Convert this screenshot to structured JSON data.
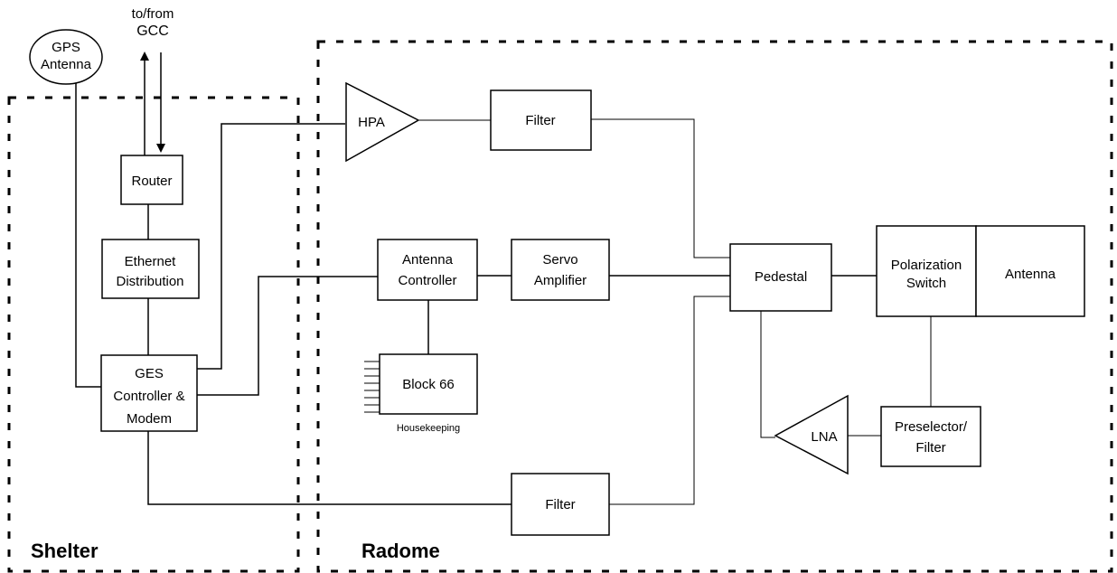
{
  "regions": {
    "shelter": "Shelter",
    "radome": "Radome"
  },
  "external": {
    "gps_antenna": [
      "GPS",
      "Antenna"
    ],
    "gcc": [
      "to/from",
      "GCC"
    ]
  },
  "blocks": {
    "router": "Router",
    "ethernet_distribution": [
      "Ethernet",
      "Distribution"
    ],
    "ges_controller": [
      "GES",
      "Controller &",
      "Modem"
    ],
    "hpa": "HPA",
    "filter_top": "Filter",
    "antenna_controller": [
      "Antenna",
      "Controller"
    ],
    "servo_amplifier": [
      "Servo",
      "Amplifier"
    ],
    "block66": "Block 66",
    "housekeeping": "Housekeeping",
    "pedestal": "Pedestal",
    "polarization_switch": [
      "Polarization",
      "Switch"
    ],
    "antenna": "Antenna",
    "lna": "LNA",
    "preselector": [
      "Preselector/",
      "Filter"
    ],
    "filter_bottom": "Filter"
  }
}
